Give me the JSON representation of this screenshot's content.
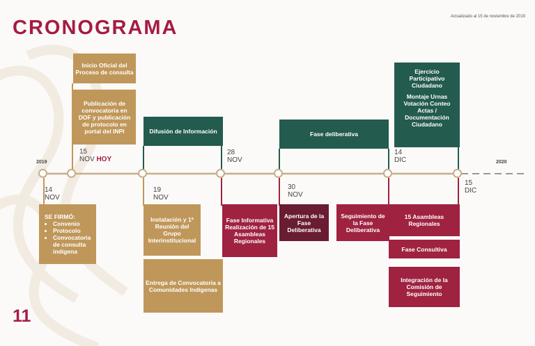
{
  "title": "CRONOGRAMA",
  "updated": "Actualizado al 15 de noviembre de 2019",
  "page_number": "11",
  "timeline": {
    "year_start": "2019",
    "year_end": "2020"
  },
  "dates": {
    "nov14_day": "14",
    "nov14_month": "NOV",
    "nov15_day": "15",
    "nov15_month": "NOV",
    "hoy": "HOY",
    "nov19_day": "19",
    "nov19_month": "NOV",
    "nov28_day": "28",
    "nov28_month": "NOV",
    "nov30_day": "30",
    "nov30_month": "NOV",
    "dic14_day": "14",
    "dic14_month": "DIC",
    "dic15_day": "15",
    "dic15_month": "DIC"
  },
  "boxes": {
    "inicio": "Inicio Oficial del Proceso de consulta",
    "publicacion": "Publicación de convocatoria en DOF y publicación de protocolo en portal del INPI",
    "difusion": "Difusión de Información",
    "fase_deliberativa": "Fase deliberativa",
    "ejercicio": "Ejercicio Participativo Ciudadano",
    "montaje": "Montaje Urnas Votación Conteo Actas / Documentación Ciudadano",
    "se_firmo_title": "SE FIRMÓ:",
    "se_firmo_items": [
      "Convenio",
      "Protocolo",
      "Convocatoria de consulta indígena"
    ],
    "instalacion": "Instalación y 1ª Reunión del Grupo Interinstitucional",
    "entrega": "Entrega de Convocatoria a Comunidades Indígenas",
    "fase_informativa": "Fase Informativa Realización de 15 Asambleas Regionales",
    "apertura": "Apertura de la Fase Deliberativa",
    "seguimiento": "Seguimiento de la Fase Deliberativa",
    "asambleas": "15 Asambleas Regionales",
    "consultiva": "Fase Consultiva",
    "integracion": "Integración de la Comisión de Seguimiento"
  },
  "colors": {
    "gold": "#c0975a",
    "green": "#235b4e",
    "wine": "#9f2241",
    "dark_wine": "#691c32",
    "title": "#a51c43"
  }
}
